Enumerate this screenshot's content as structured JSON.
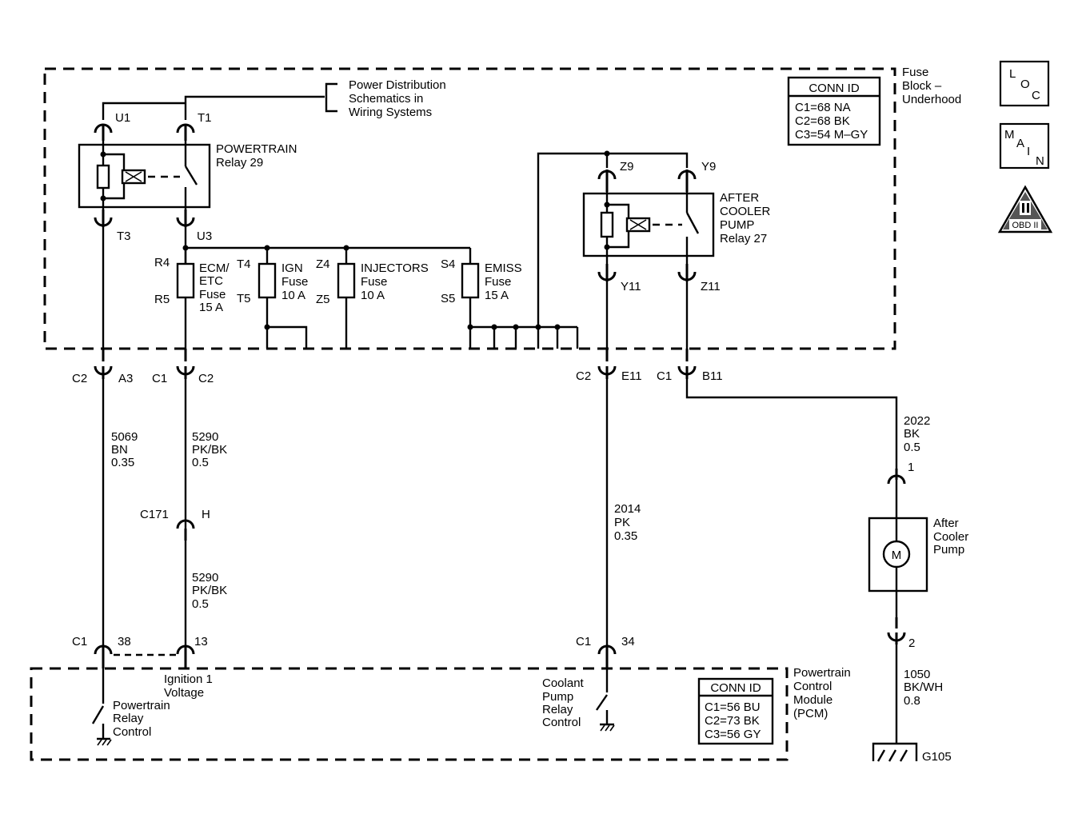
{
  "fuse_block": {
    "title": [
      "Fuse",
      "Block –",
      "Underhood"
    ],
    "conn_id": {
      "header": "CONN ID",
      "lines": [
        "C1=68 NA",
        "C2=68 BK",
        "C3=54 M–GY"
      ]
    }
  },
  "power_dist_ref": [
    "Power Distribution",
    "Schematics in",
    "Wiring Systems"
  ],
  "side_icons": {
    "loc": [
      "L",
      "O",
      "C"
    ],
    "main": [
      "M",
      "A",
      "I",
      "N"
    ],
    "obd": "OBD II"
  },
  "pt_relay": {
    "label": [
      "POWERTRAIN",
      "Relay 29"
    ],
    "pins": {
      "u1": "U1",
      "t1": "T1",
      "t3": "T3",
      "u3": "U3"
    }
  },
  "ac_relay": {
    "label": [
      "AFTER",
      "COOLER",
      "PUMP",
      "Relay 27"
    ],
    "pins": {
      "z9": "Z9",
      "y9": "Y9",
      "y11": "Y11",
      "z11": "Z11"
    }
  },
  "fuses": {
    "ecm": {
      "name": [
        "ECM/",
        "ETC",
        "Fuse",
        "15 A"
      ],
      "top": "R4",
      "bottom": "R5"
    },
    "ign": {
      "name": [
        "IGN",
        "Fuse",
        "10 A"
      ],
      "top": "T4",
      "bottom": "T5"
    },
    "inj": {
      "name": [
        "INJECTORS",
        "Fuse",
        "10 A"
      ],
      "top": "Z4",
      "bottom": "Z5"
    },
    "emiss": {
      "name": [
        "EMISS",
        "Fuse",
        "15 A"
      ],
      "top": "S4",
      "bottom": "S5"
    }
  },
  "connectors": {
    "c2_a3": {
      "conn": "C2",
      "pin": "A3"
    },
    "c1_c2": {
      "conn": "C1",
      "pin": "C2"
    },
    "c2_e11": {
      "conn": "C2",
      "pin": "E11"
    },
    "c1_b11": {
      "conn": "C1",
      "pin": "B11"
    },
    "c171": {
      "conn": "C171",
      "pin": "H"
    },
    "pcm_38": {
      "conn": "C1",
      "pin": "38"
    },
    "pcm_13": {
      "pin": "13"
    },
    "pcm_34": {
      "conn": "C1",
      "pin": "34"
    },
    "pump_1": {
      "pin": "1"
    },
    "pump_2": {
      "pin": "2"
    }
  },
  "wires": {
    "w5069": [
      "5069",
      "BN",
      "0.35"
    ],
    "w5290a": [
      "5290",
      "PK/BK",
      "0.5"
    ],
    "w5290b": [
      "5290",
      "PK/BK",
      "0.5"
    ],
    "w2014": [
      "2014",
      "PK",
      "0.35"
    ],
    "w2022": [
      "2022",
      "BK",
      "0.5"
    ],
    "w1050": [
      "1050",
      "BK/WH",
      "0.8"
    ]
  },
  "pump": {
    "symbol": "M",
    "label": [
      "After",
      "Cooler",
      "Pump"
    ]
  },
  "ground": "G105",
  "pcm": {
    "title": [
      "Powertrain",
      "Control",
      "Module",
      "(PCM)"
    ],
    "conn_id": {
      "header": "CONN ID",
      "lines": [
        "C1=56 BU",
        "C2=73 BK",
        "C3=56 GY"
      ]
    },
    "ign_voltage": [
      "Ignition 1",
      "Voltage"
    ],
    "pt_relay_ctrl": [
      "Powertrain",
      "Relay",
      "Control"
    ],
    "coolant_ctrl": [
      "Coolant",
      "Pump",
      "Relay",
      "Control"
    ]
  }
}
